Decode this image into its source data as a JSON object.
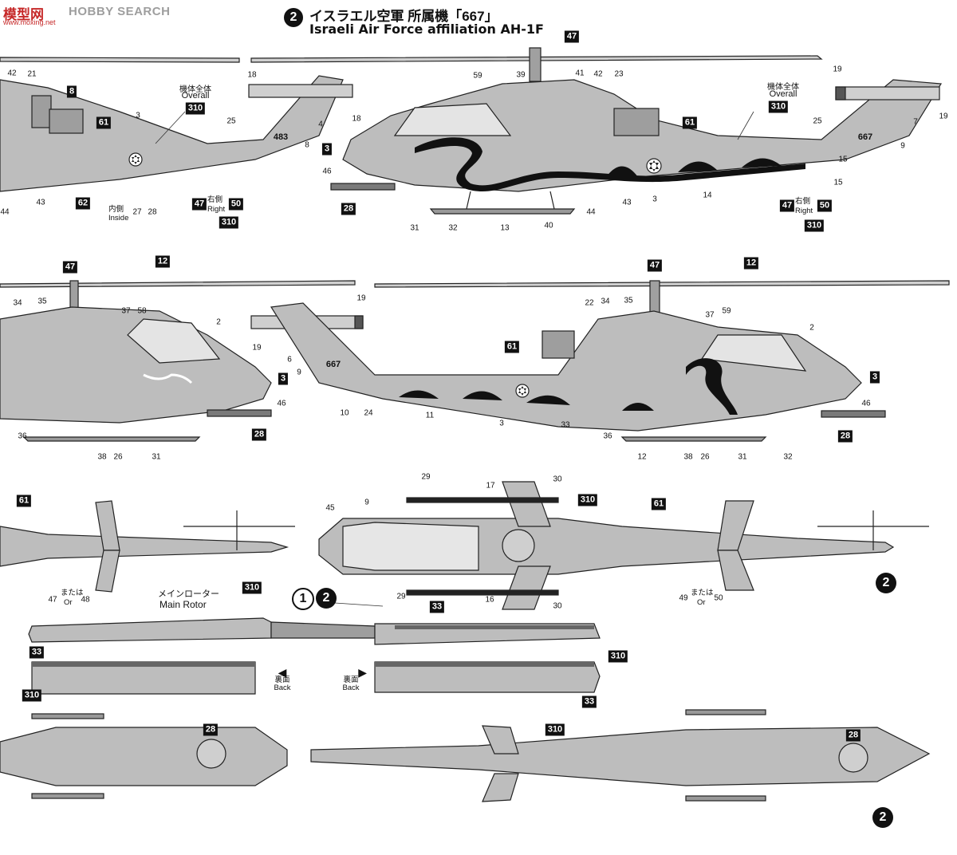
{
  "watermark": {
    "logo": "模型网",
    "search": "HOBBY SEARCH",
    "url": "www.moxing.net"
  },
  "header": {
    "scheme": "2",
    "title_jp": "イスラエル空軍 所属機「667」",
    "title_en": "Israeli Air Force affiliation AH-1F"
  },
  "overall": {
    "jp": "機体全体",
    "en": "Overall",
    "code": "310"
  },
  "main_rotor": {
    "jp": "メインローター",
    "en": "Main Rotor",
    "code": "310"
  },
  "back": {
    "jp": "裏面",
    "en": "Back"
  },
  "inside": {
    "jp": "内側",
    "en": "Inside"
  },
  "right": {
    "jp": "右側",
    "en": "Right"
  },
  "or": {
    "jp": "または",
    "en": "Or"
  },
  "schemes": {
    "both_1": "1",
    "both_2": "2",
    "scheme_2": "2"
  },
  "aircraft_number": "667",
  "aircraft_number_left": "483",
  "colors": {
    "ink": "#111111",
    "body": "#bdbdbd",
    "body_dark": "#8f8f8f",
    "panel": "#a8a8a8"
  },
  "callouts": {
    "c2": "2",
    "c3": "3",
    "c4": "4",
    "c6": "6",
    "c7": "7",
    "c8": "8",
    "c9": "9",
    "c10": "10",
    "c11": "11",
    "c12": "12",
    "c13": "13",
    "c14": "14",
    "c15": "15",
    "c16": "16",
    "c17": "17",
    "c18": "18",
    "c19": "19",
    "c21": "21",
    "c22": "22",
    "c23": "23",
    "c24": "24",
    "c25": "25",
    "c26": "26",
    "c27": "27",
    "c28": "28",
    "c29": "29",
    "c30": "30",
    "c31": "31",
    "c32": "32",
    "c33": "33",
    "c34": "34",
    "c35": "35",
    "c36": "36",
    "c37": "37",
    "c38": "38",
    "c39": "39",
    "c40": "40",
    "c41": "41",
    "c42": "42",
    "c43": "43",
    "c44": "44",
    "c45": "45",
    "c46": "46",
    "c47": "47",
    "c48": "48",
    "c49": "49",
    "c50": "50",
    "c58": "58",
    "c59": "59",
    "c61": "61",
    "c62": "62",
    "c310": "310"
  }
}
